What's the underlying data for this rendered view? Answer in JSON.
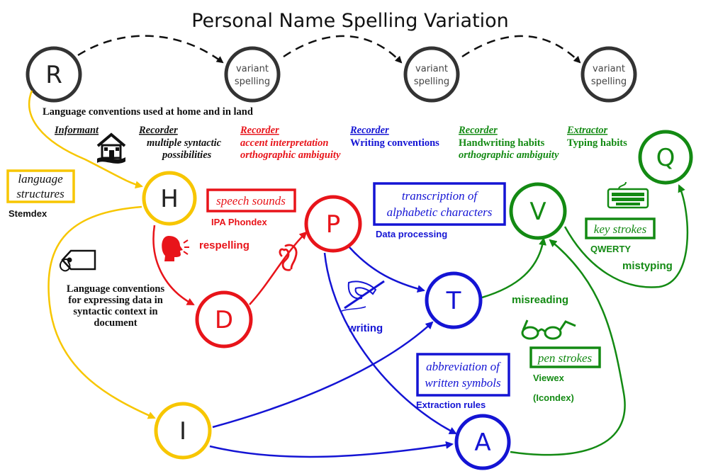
{
  "title": "Personal Name Spelling Variation",
  "nodes": {
    "r": "R",
    "variant_line1": "variant",
    "variant_line2": "spelling",
    "h": "H",
    "p": "P",
    "d": "D",
    "t": "T",
    "i": "I",
    "a": "A",
    "v": "V",
    "q": "Q"
  },
  "roles": {
    "informant": "Informant",
    "recorder": "Recorder",
    "extractor": "Extractor",
    "rec1_line1": "multiple syntactic",
    "rec1_line2": "possibilities",
    "rec2_line1": "accent interpretation",
    "rec2_line2": "orthographic ambiguity",
    "rec3_line1": "Writing conventions",
    "rec4_line1": "Handwriting habits",
    "rec4_line2": "orthographic ambiguity",
    "ext_line1": "Typing habits"
  },
  "boxes": {
    "lang_struct_1": "language",
    "lang_struct_2": "structures",
    "speech_sounds": "speech sounds",
    "transcription_1": "transcription of",
    "transcription_2": "alphabetic characters",
    "abbreviation_1": "abbreviation of",
    "abbreviation_2": "written symbols",
    "key_strokes": "key strokes",
    "pen_strokes": "pen strokes"
  },
  "labels": {
    "lang_home": "Language conventions used at home and in land",
    "stemdex": "Stemdex",
    "lang_expr_1": "Language conventions",
    "lang_expr_2": "for expressing data in",
    "lang_expr_3": "syntactic context in",
    "lang_expr_4": "document",
    "ipa_phondex": "IPA Phondex",
    "respelling": "respelling",
    "data_processing": "Data processing",
    "writing": "writing",
    "extraction_rules": "Extraction rules",
    "qwerty": "QWERTY",
    "mistyping": "mistyping",
    "misreading": "misreading",
    "viewex": "Viewex",
    "icondex": "(Icondex)"
  },
  "colors": {
    "informant": "#111111",
    "yellow": "#f7c600",
    "red": "#e8141a",
    "blue": "#1414d4",
    "green": "#138a13"
  }
}
